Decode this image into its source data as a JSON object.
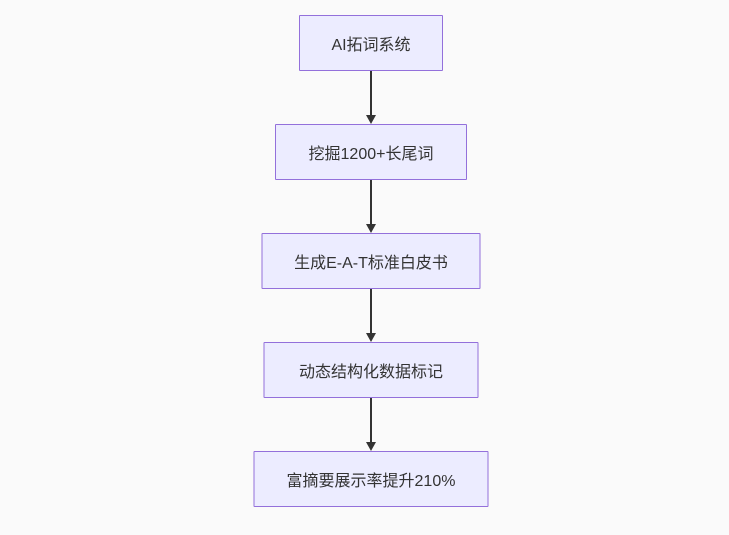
{
  "flowchart": {
    "title": "",
    "type": "vertical-flowchart",
    "nodes": [
      {
        "id": "n1",
        "label": "AI拓词系统"
      },
      {
        "id": "n2",
        "label": "挖掘1200+长尾词"
      },
      {
        "id": "n3",
        "label": "生成E-A-T标准白皮书"
      },
      {
        "id": "n4",
        "label": "动态结构化数据标记"
      },
      {
        "id": "n5",
        "label": "富摘要展示率提升210%"
      }
    ],
    "edges": [
      {
        "from": "n1",
        "to": "n2"
      },
      {
        "from": "n2",
        "to": "n3"
      },
      {
        "from": "n3",
        "to": "n4"
      },
      {
        "from": "n4",
        "to": "n5"
      }
    ],
    "colors": {
      "node_fill": "#ECECFF",
      "node_border": "#9370DB",
      "edge_line": "#333333",
      "text": "#333333",
      "background": "#FAFAFA"
    }
  }
}
